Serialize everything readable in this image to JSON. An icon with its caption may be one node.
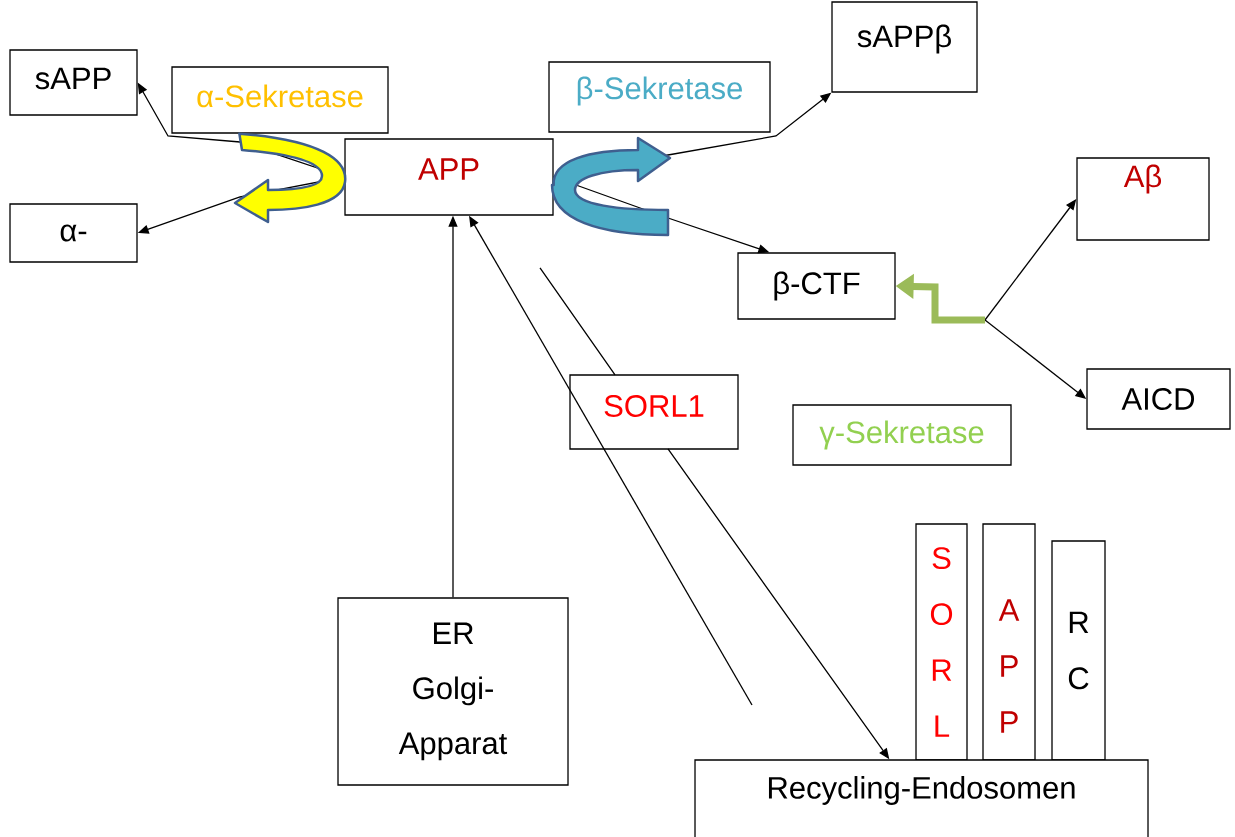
{
  "diagram": {
    "nodes": [
      {
        "text": [
          "sAPP"
        ]
      },
      {
        "text": [
          "α-Sekretase"
        ]
      },
      {
        "text": [
          "α-"
        ]
      },
      {
        "text": [
          "APP"
        ]
      },
      {
        "text": [
          "β-Sekretase"
        ]
      },
      {
        "text": [
          "sAPPβ"
        ]
      },
      {
        "text": [
          "Aβ"
        ]
      },
      {
        "text": [
          "β-CTF"
        ]
      },
      {
        "text": [
          "AICD"
        ]
      },
      {
        "text": [
          "SORL1"
        ]
      },
      {
        "text": [
          "γ-Sekretase"
        ]
      },
      {
        "text": [
          "S O R L"
        ]
      },
      {
        "text": [
          "A P P"
        ]
      },
      {
        "text": [
          "R C"
        ]
      },
      {
        "text": [
          "ER Golgi-Apparat"
        ]
      },
      {
        "text": [
          "Recycling-Endosomen"
        ]
      }
    ],
    "edges": [
      {
        "from": 3,
        "to": 0,
        "arrow": "to"
      },
      {
        "from": 3,
        "to": 2,
        "arrow": "to"
      },
      {
        "from": 3,
        "to": 5,
        "arrow": "to"
      },
      {
        "from": 3,
        "to": 7,
        "arrow": "to"
      },
      {
        "from": null,
        "to": 6,
        "arrow": "to"
      },
      {
        "from": null,
        "to": 8,
        "arrow": "to"
      },
      {
        "from": null,
        "to": 7,
        "arrow": "to",
        "style": "thick",
        "color": "#9bbb59"
      },
      {
        "from": 14,
        "to": 3,
        "arrow": "to"
      },
      {
        "from": null,
        "to": 3,
        "arrow": "to"
      },
      {
        "from": null,
        "to": 15,
        "arrow": "to"
      },
      {
        "from": 1,
        "to": null,
        "arrow": "to",
        "style": "thick",
        "color": "#ffff00"
      },
      {
        "from": 3,
        "to": null,
        "arrow": "to",
        "style": "thick",
        "color": "#4bacc6"
      }
    ]
  }
}
